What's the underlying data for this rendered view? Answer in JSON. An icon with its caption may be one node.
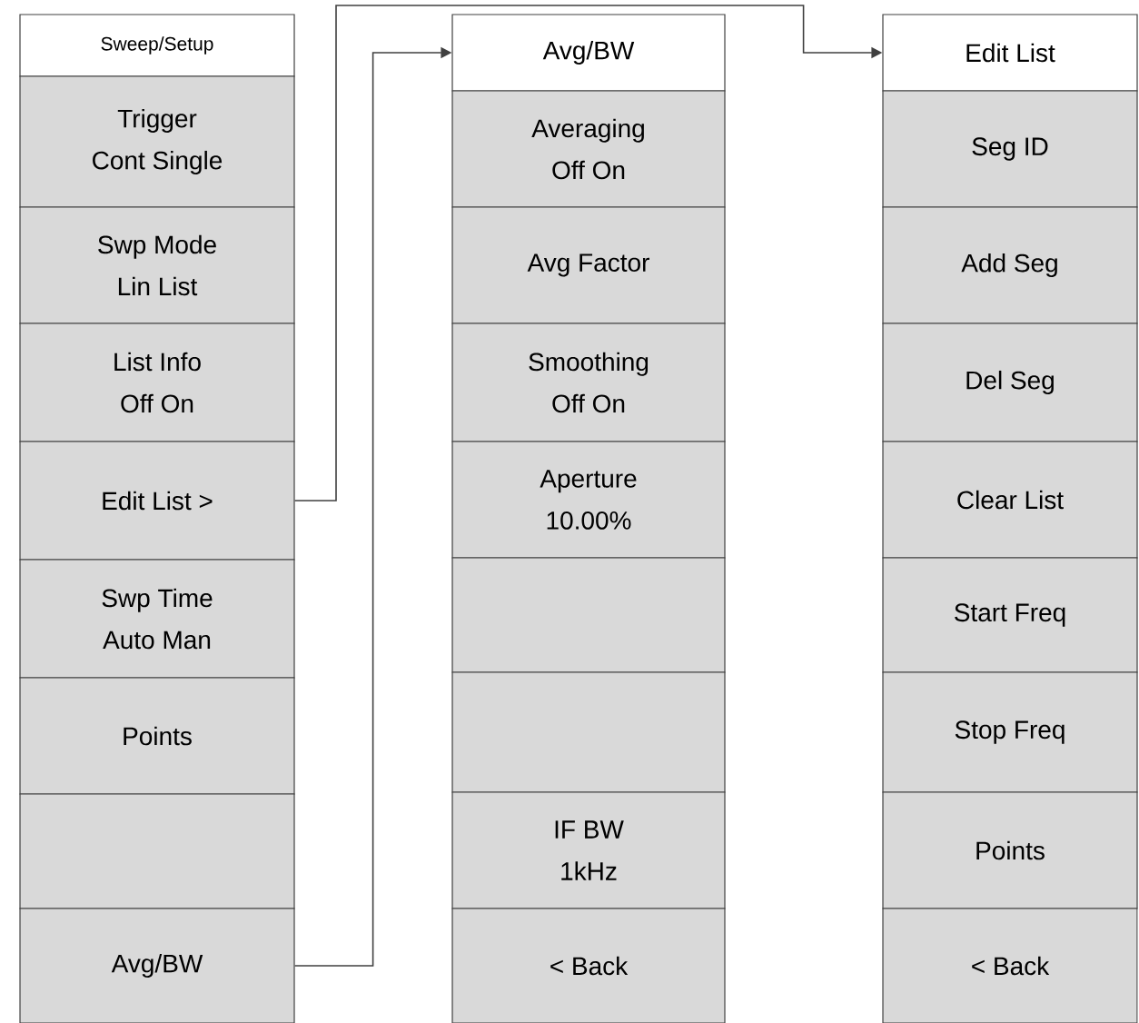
{
  "diagram": {
    "nodes": [
      {
        "text": [
          "Sweep/Setup"
        ]
      },
      {
        "text": [
          "Trigger",
          "Cont Single"
        ]
      },
      {
        "text": [
          "Swp Mode",
          "Lin List"
        ]
      },
      {
        "text": [
          "List Info",
          "Off On"
        ]
      },
      {
        "text": [
          "Edit List >"
        ]
      },
      {
        "text": [
          "Swp Time",
          "Auto Man"
        ]
      },
      {
        "text": [
          "Points"
        ]
      },
      {
        "text": [],
        "shape": "box"
      },
      {
        "text": [
          "Avg/BW"
        ]
      },
      {
        "text": [
          "Avg/BW"
        ]
      },
      {
        "text": [
          "Averaging",
          "Off On"
        ]
      },
      {
        "text": [
          "Avg Factor"
        ]
      },
      {
        "text": [
          "Smoothing",
          "Off On"
        ]
      },
      {
        "text": [
          "Aperture",
          "10.00%"
        ]
      },
      {
        "text": [],
        "shape": "box"
      },
      {
        "text": [],
        "shape": "box"
      },
      {
        "text": [
          "IF BW",
          "1kHz"
        ]
      },
      {
        "text": [
          "< Back"
        ]
      },
      {
        "text": [
          "Edit List"
        ]
      },
      {
        "text": [
          "Seg ID"
        ]
      },
      {
        "text": [
          "Add Seg"
        ]
      },
      {
        "text": [
          "Del Seg"
        ]
      },
      {
        "text": [
          "Clear List"
        ]
      },
      {
        "text": [
          "Start Freq"
        ]
      },
      {
        "text": [
          "Stop Freq"
        ]
      },
      {
        "text": [
          "Points"
        ]
      },
      {
        "text": [
          "< Back"
        ]
      }
    ],
    "edges": [
      {
        "from": 8,
        "to": 9,
        "arrow": "to"
      },
      {
        "from": 4,
        "to": 18,
        "arrow": "to"
      }
    ]
  }
}
